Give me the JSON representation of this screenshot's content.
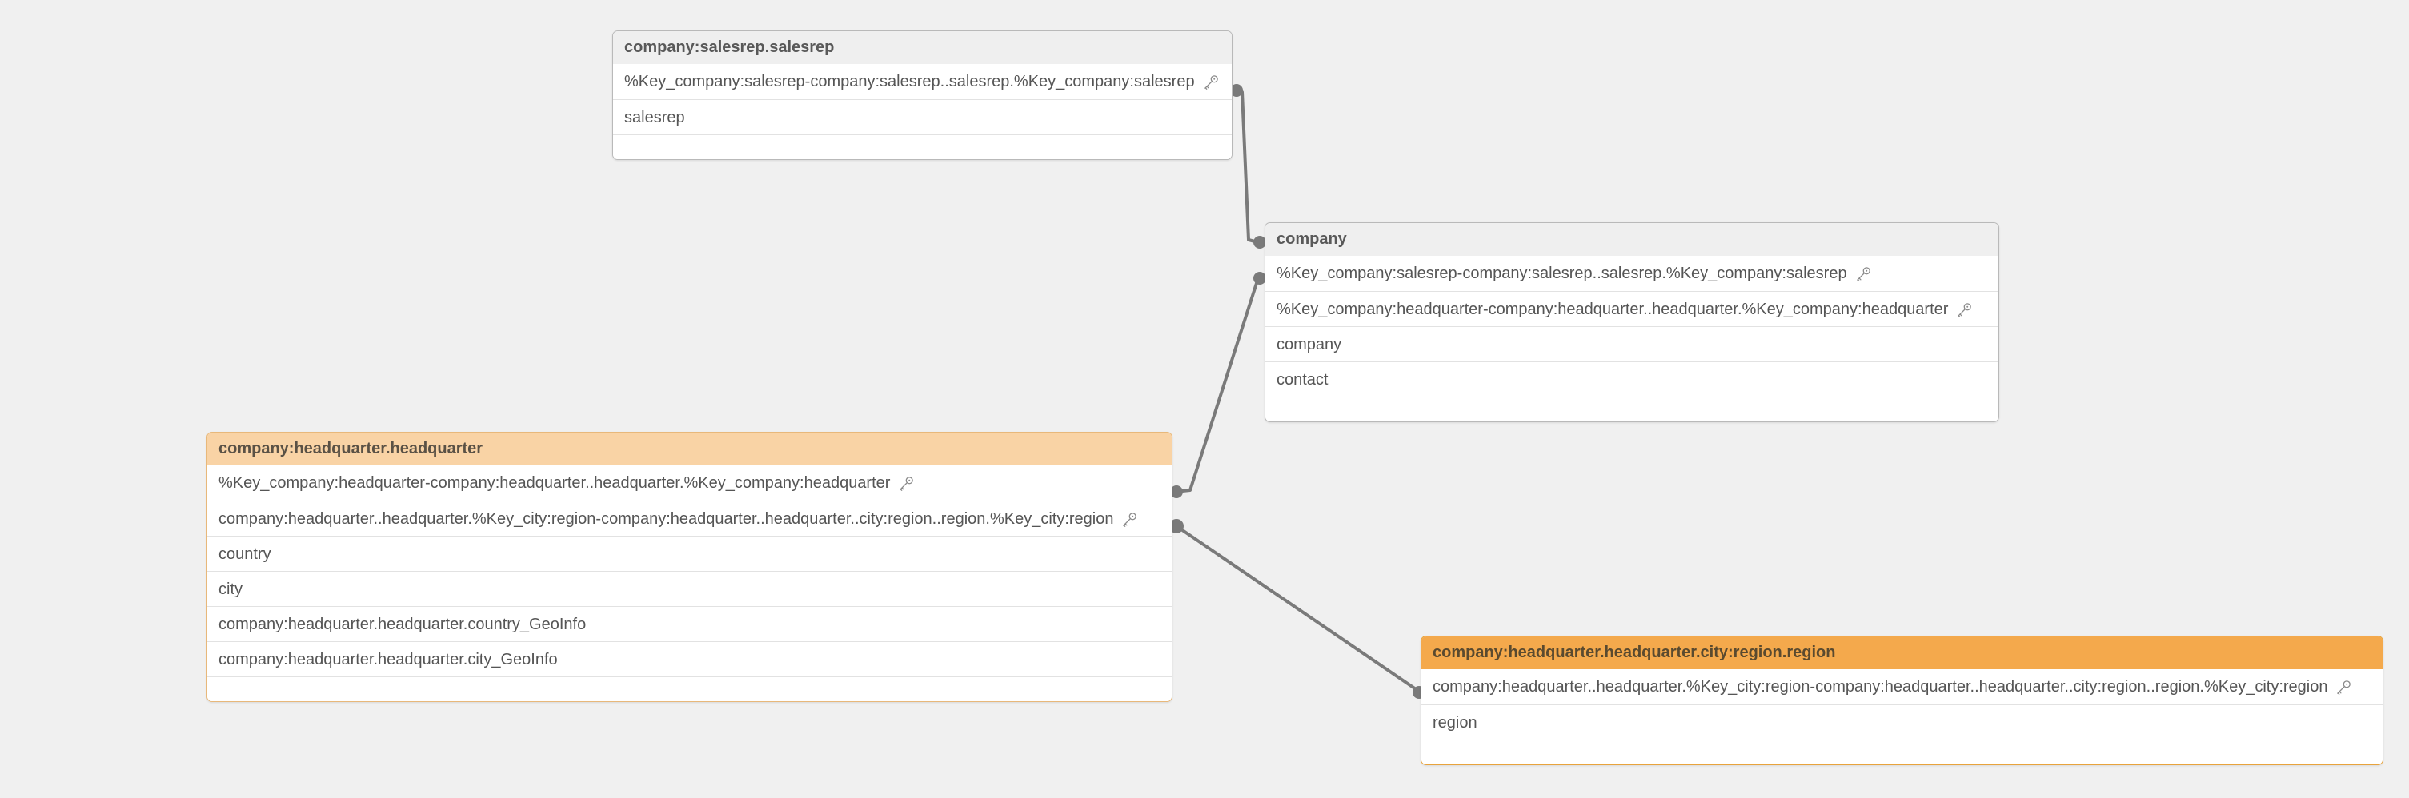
{
  "canvas": {
    "background_color": "#f0f0f0",
    "title": "Data model diagram"
  },
  "palette": {
    "neutral_header": "#efefef",
    "light_orange_header": "#f9d3a5",
    "strong_orange_header": "#f4a94c",
    "link_color": "#7a7a7a",
    "row_text": "#555555",
    "border_neutral": "#b9b9b9",
    "border_light_orange": "#e8b87a",
    "border_strong_orange": "#e8a33c"
  },
  "nodes": [
    {
      "id": "salesrep",
      "title": "company:salesrep.salesrep",
      "header_style": "neutral",
      "rows": [
        {
          "label": "%Key_company:salesrep-company:salesrep..salesrep.%Key_company:salesrep",
          "key": true
        },
        {
          "label": "salesrep",
          "key": false
        }
      ]
    },
    {
      "id": "company",
      "title": "company",
      "header_style": "neutral",
      "rows": [
        {
          "label": "%Key_company:salesrep-company:salesrep..salesrep.%Key_company:salesrep",
          "key": true
        },
        {
          "label": "%Key_company:headquarter-company:headquarter..headquarter.%Key_company:headquarter",
          "key": true
        },
        {
          "label": "company",
          "key": false
        },
        {
          "label": "contact",
          "key": false
        }
      ]
    },
    {
      "id": "headquarter",
      "title": "company:headquarter.headquarter",
      "header_style": "light",
      "rows": [
        {
          "label": "%Key_company:headquarter-company:headquarter..headquarter.%Key_company:headquarter",
          "key": true
        },
        {
          "label": "company:headquarter..headquarter.%Key_city:region-company:headquarter..headquarter..city:region..region.%Key_city:region",
          "key": true
        },
        {
          "label": "country",
          "key": false
        },
        {
          "label": "city",
          "key": false
        },
        {
          "label": "company:headquarter.headquarter.country_GeoInfo",
          "key": false
        },
        {
          "label": "company:headquarter.headquarter.city_GeoInfo",
          "key": false
        }
      ]
    },
    {
      "id": "region",
      "title": "company:headquarter.headquarter.city:region.region",
      "header_style": "strong",
      "rows": [
        {
          "label": "company:headquarter..headquarter.%Key_city:region-company:headquarter..headquarter..city:region..region.%Key_city:region",
          "key": true
        },
        {
          "label": "region",
          "key": false
        }
      ]
    }
  ],
  "links": [
    {
      "id": "salesrep-to-company",
      "from_node": "salesrep",
      "from_row": 0,
      "to_node": "company",
      "to_row": 0
    },
    {
      "id": "headquarter-to-company",
      "from_node": "headquarter",
      "from_row": 0,
      "to_node": "company",
      "to_row": 1
    },
    {
      "id": "headquarter-to-region",
      "from_node": "headquarter",
      "from_row": 1,
      "to_node": "region",
      "to_row": 0
    }
  ],
  "icons": {
    "key": "key-icon"
  }
}
